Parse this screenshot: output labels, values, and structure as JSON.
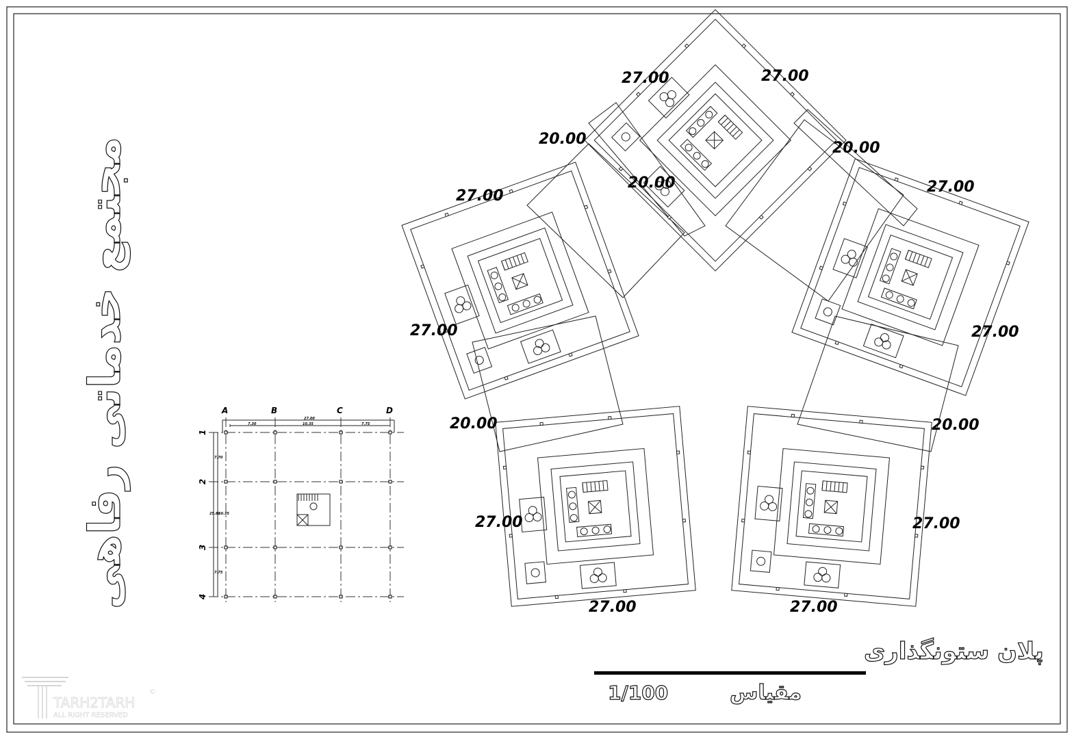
{
  "sheet": {
    "vertical_title": "مجتمع خدماتی رفاهی",
    "plan_title": "پلان ستونگذاری",
    "scale_label": "مقیاس",
    "scale_value": "1/100",
    "logo": {
      "name": "TARH2TARH",
      "tagline": "ALL RIGHT RESERVED",
      "symbol": "©"
    }
  },
  "main_plan": {
    "dimension_labels": [
      "27.00",
      "27.00",
      "20.00",
      "20.00",
      "20.00",
      "27.00",
      "27.00",
      "27.00",
      "27.00",
      "20.00",
      "20.00",
      "27.00",
      "27.00",
      "27.00",
      "27.00"
    ]
  },
  "key_plan": {
    "columns": [
      "A",
      "B",
      "C",
      "D"
    ],
    "rows": [
      "1",
      "2",
      "3",
      "4"
    ],
    "horizontal_dims": {
      "total": "27.00",
      "spans": [
        "7.30",
        "10.35",
        "7.75"
      ]
    },
    "vertical_dims": {
      "total": "25.80",
      "spans": [
        "7.70",
        "10.35",
        "7.75"
      ]
    }
  }
}
